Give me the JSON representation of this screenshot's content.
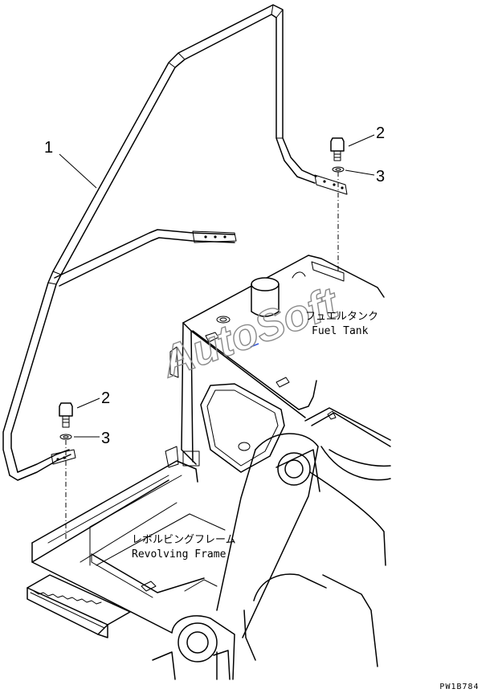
{
  "callouts": {
    "handrail": "1",
    "bolt_right": "2",
    "washer_right": "3",
    "bolt_left": "2",
    "washer_left": "3"
  },
  "labels": {
    "fuel_tank_jp": "フュエルタンク",
    "fuel_tank_en": "Fuel Tank",
    "revolving_frame_jp": "レボルビングフレーム",
    "revolving_frame_en": "Revolving Frame"
  },
  "watermark": "AutoSoft",
  "drawing_code": "PW1B784"
}
